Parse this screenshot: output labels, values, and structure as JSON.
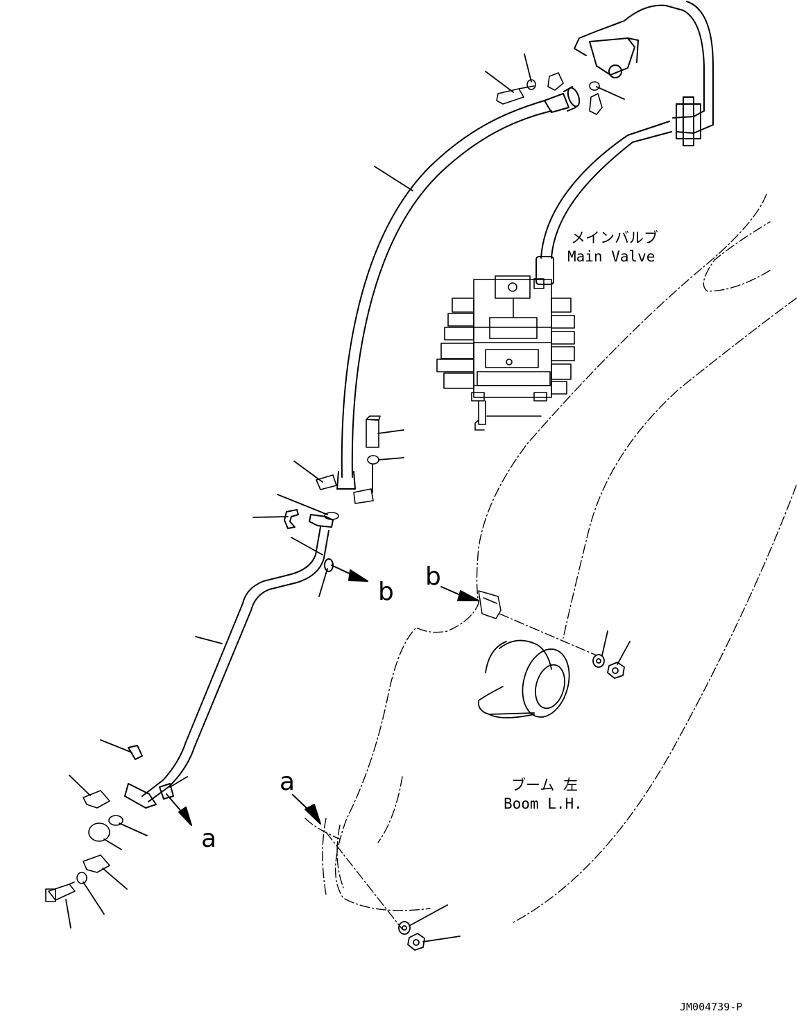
{
  "labels": {
    "main_valve_jp": "メインバルブ",
    "main_valve_en": "Main Valve",
    "boom_jp": "ブーム 左",
    "boom_en": "Boom L.H.",
    "ref_b_upper": "b",
    "ref_b_lower": "b",
    "ref_a_upper": "a",
    "ref_a_lower": "a",
    "drawing_code": "JM004739-P"
  },
  "colors": {
    "line": "#000000",
    "background": "#ffffff"
  }
}
